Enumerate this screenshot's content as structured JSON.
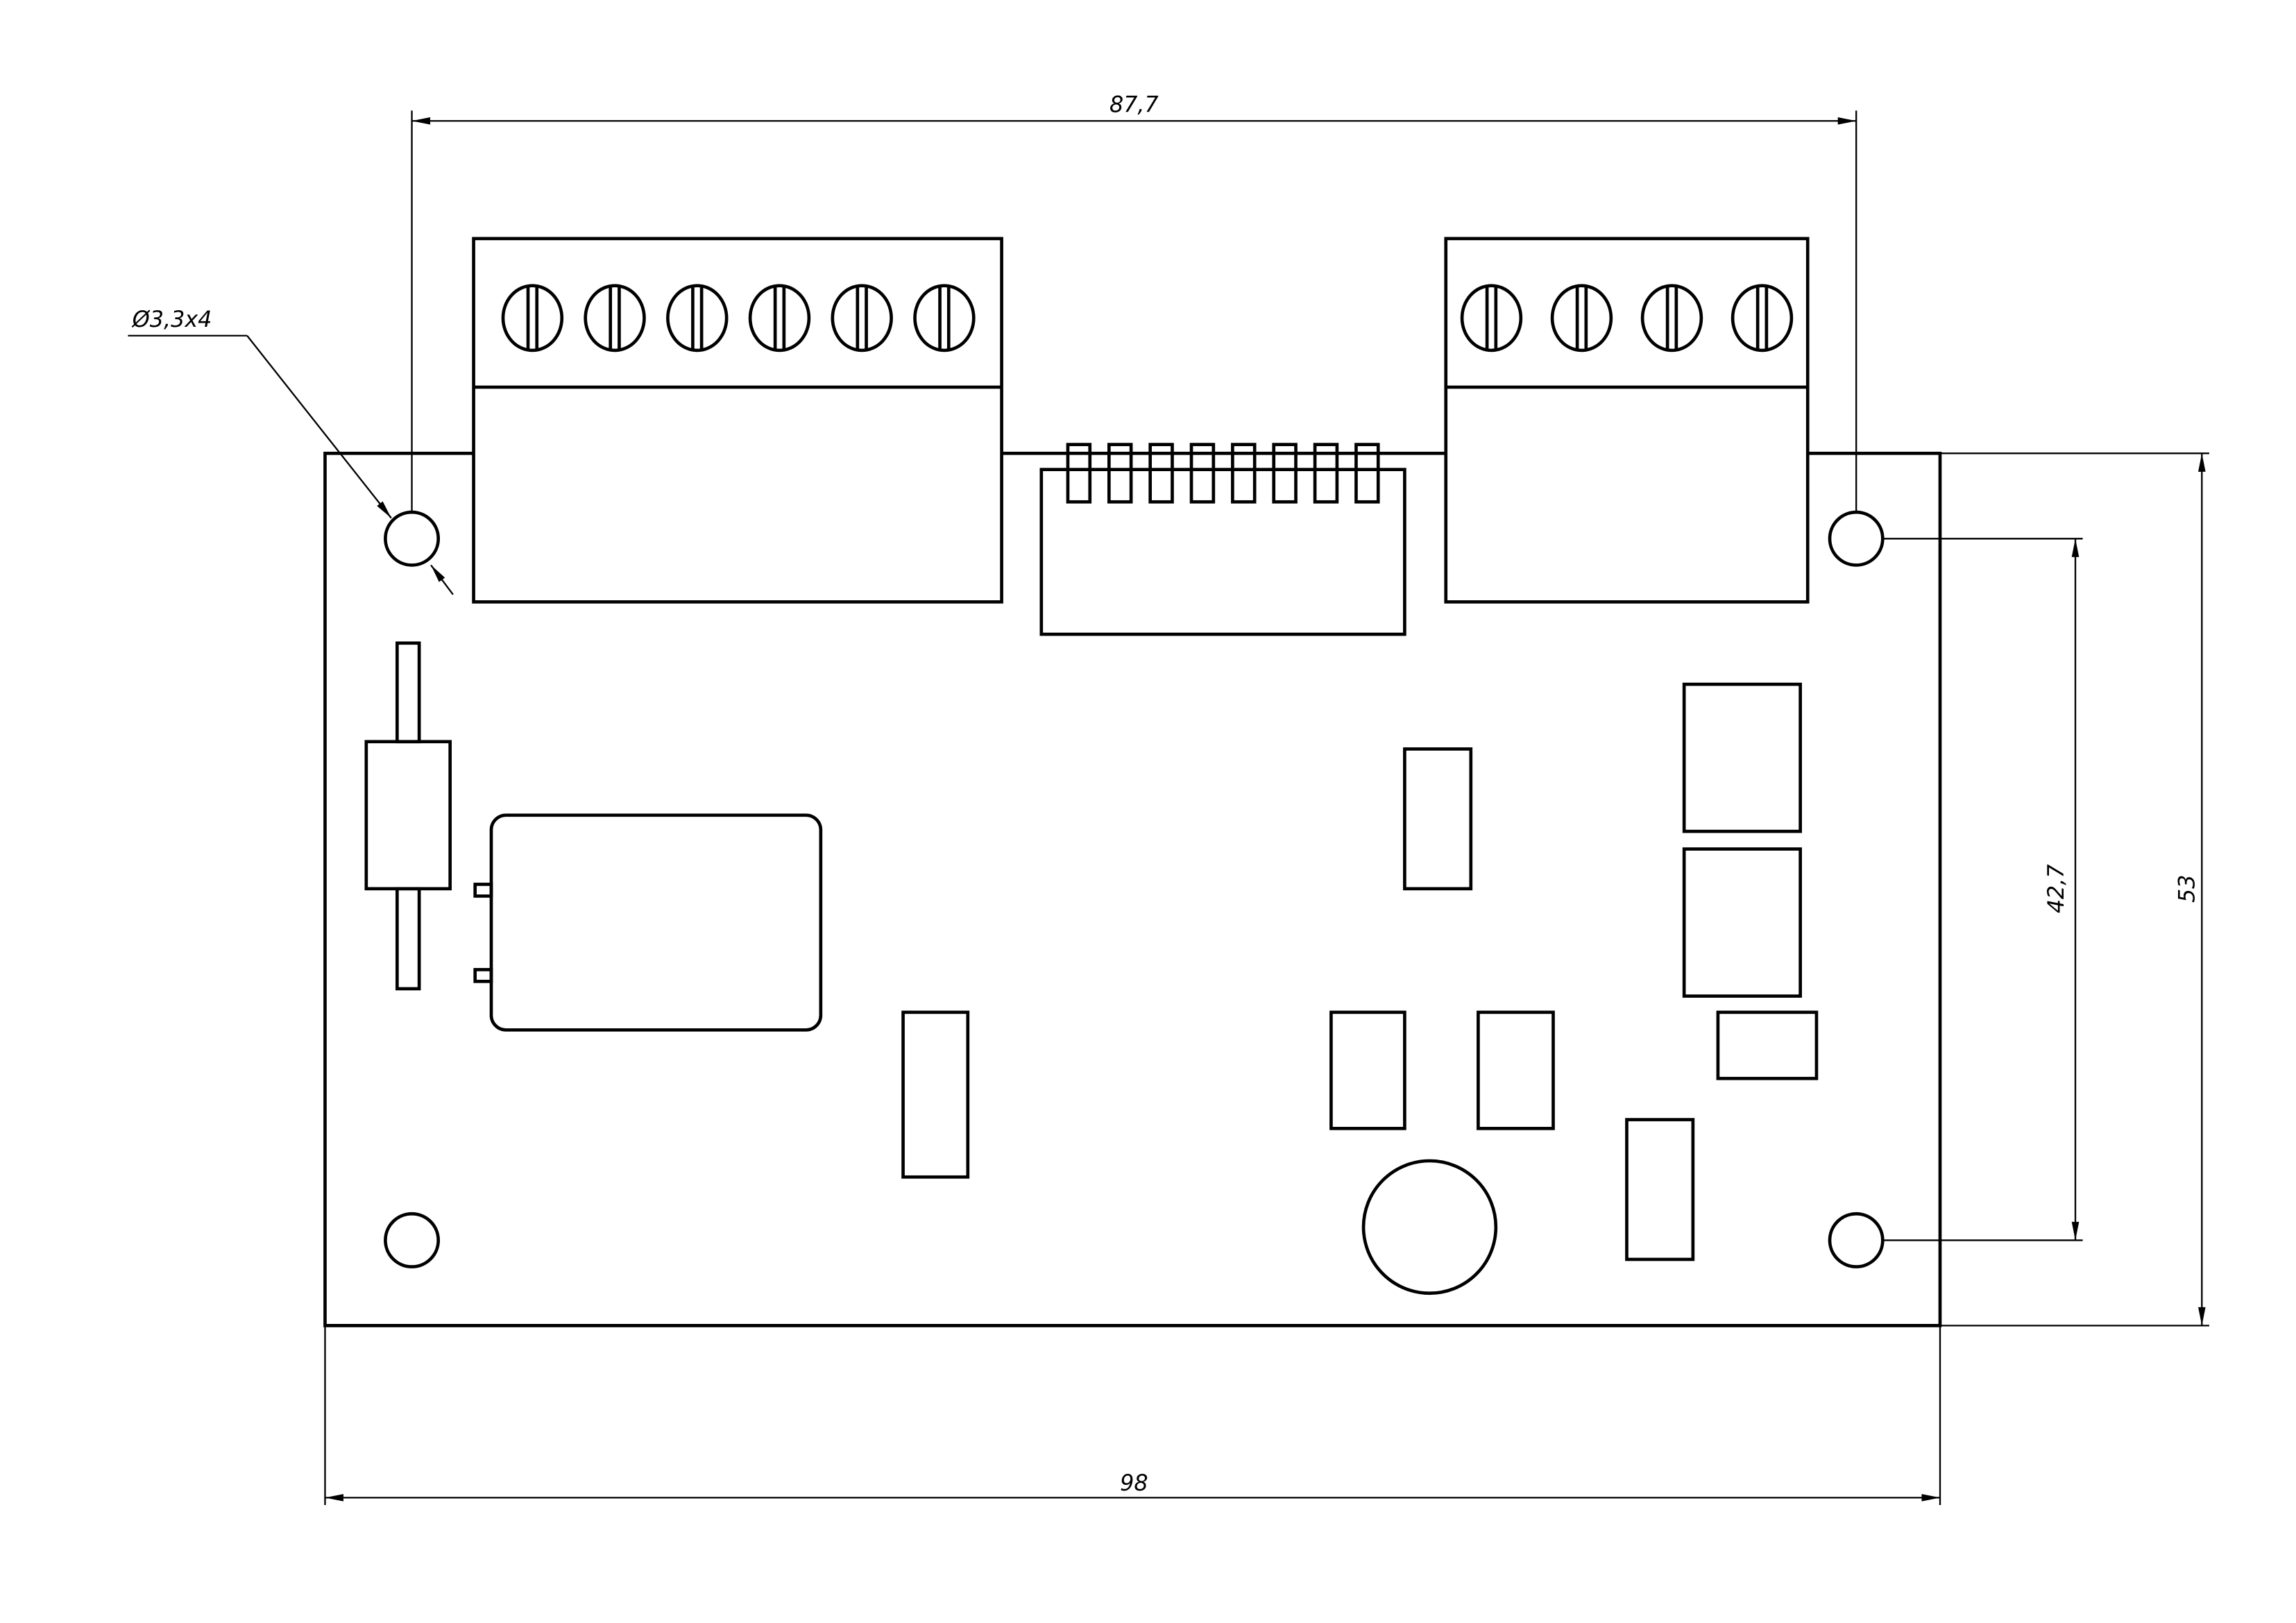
{
  "drawing": {
    "dimensions": {
      "hole_spacing_horizontal": "87,7",
      "board_width": "98",
      "board_height": "53",
      "hole_spacing_vertical": "42,7",
      "hole_callout": "Ø3,3x4"
    },
    "components": {
      "left_terminal_screws": 6,
      "right_terminal_screws": 4,
      "connector_pins": 8,
      "mounting_holes": 4
    },
    "colors": {
      "line": "#000000",
      "background": "#ffffff"
    }
  }
}
